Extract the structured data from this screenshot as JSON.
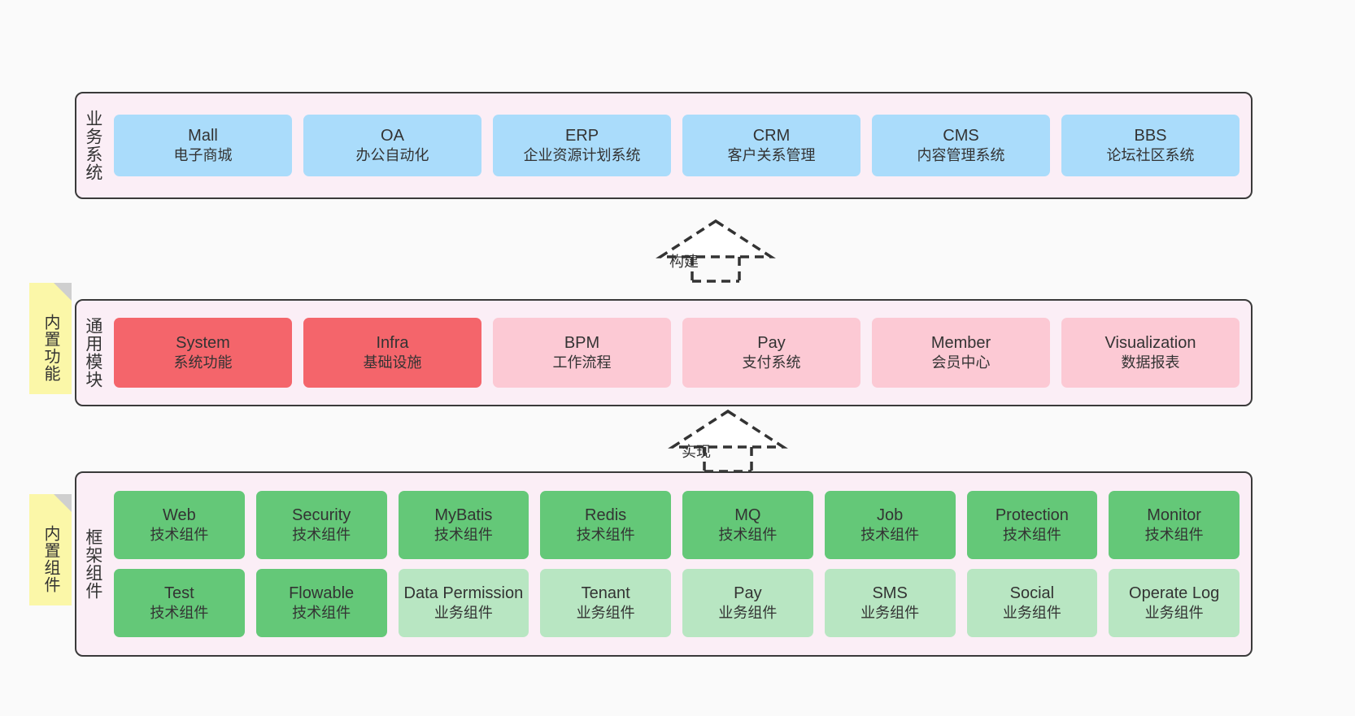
{
  "diagram": {
    "background": "#fafafa",
    "colors": {
      "layer_fill": "#fbeef6",
      "layer_border": "#3a3a3a",
      "business_node": "#aadcfb",
      "core_node_active": "#f4656b",
      "core_node_plain": "#fcc9d4",
      "tech_component": "#64c878",
      "biz_component": "#b8e6c2",
      "sticky_note": "#fbf7a8",
      "sticky_fold": "#cfcfcf"
    }
  },
  "layers": {
    "business": {
      "label": "业务系统",
      "nodes": [
        {
          "title": "Mall",
          "sub": "电子商城"
        },
        {
          "title": "OA",
          "sub": "办公自动化"
        },
        {
          "title": "ERP",
          "sub": "企业资源计划系统"
        },
        {
          "title": "CRM",
          "sub": "客户关系管理"
        },
        {
          "title": "CMS",
          "sub": "内容管理系统"
        },
        {
          "title": "BBS",
          "sub": "论坛社区系统"
        }
      ]
    },
    "core": {
      "label": "通用模块",
      "sticky": "内置功能",
      "nodes": [
        {
          "title": "System",
          "sub": "系统功能",
          "style": "red"
        },
        {
          "title": "Infra",
          "sub": "基础设施",
          "style": "red"
        },
        {
          "title": "BPM",
          "sub": "工作流程",
          "style": "pink"
        },
        {
          "title": "Pay",
          "sub": "支付系统",
          "style": "pink"
        },
        {
          "title": "Member",
          "sub": "会员中心",
          "style": "pink"
        },
        {
          "title": "Visualization",
          "sub": "数据报表",
          "style": "pink"
        }
      ]
    },
    "framework": {
      "label": "框架组件",
      "sticky": "内置组件",
      "rows": [
        [
          {
            "title": "Web",
            "sub": "技术组件",
            "style": "green"
          },
          {
            "title": "Security",
            "sub": "技术组件",
            "style": "green"
          },
          {
            "title": "MyBatis",
            "sub": "技术组件",
            "style": "green"
          },
          {
            "title": "Redis",
            "sub": "技术组件",
            "style": "green"
          },
          {
            "title": "MQ",
            "sub": "技术组件",
            "style": "green"
          },
          {
            "title": "Job",
            "sub": "技术组件",
            "style": "green"
          },
          {
            "title": "Protection",
            "sub": "技术组件",
            "style": "green"
          },
          {
            "title": "Monitor",
            "sub": "技术组件",
            "style": "green"
          }
        ],
        [
          {
            "title": "Test",
            "sub": "技术组件",
            "style": "green"
          },
          {
            "title": "Flowable",
            "sub": "技术组件",
            "style": "green"
          },
          {
            "title": "Data Permission",
            "sub": "业务组件",
            "style": "lightgreen"
          },
          {
            "title": "Tenant",
            "sub": "业务组件",
            "style": "lightgreen"
          },
          {
            "title": "Pay",
            "sub": "业务组件",
            "style": "lightgreen"
          },
          {
            "title": "SMS",
            "sub": "业务组件",
            "style": "lightgreen"
          },
          {
            "title": "Social",
            "sub": "业务组件",
            "style": "lightgreen"
          },
          {
            "title": "Operate Log",
            "sub": "业务组件",
            "style": "lightgreen"
          }
        ]
      ]
    }
  },
  "connectors": [
    {
      "label": "构建"
    },
    {
      "label": "实现"
    }
  ]
}
